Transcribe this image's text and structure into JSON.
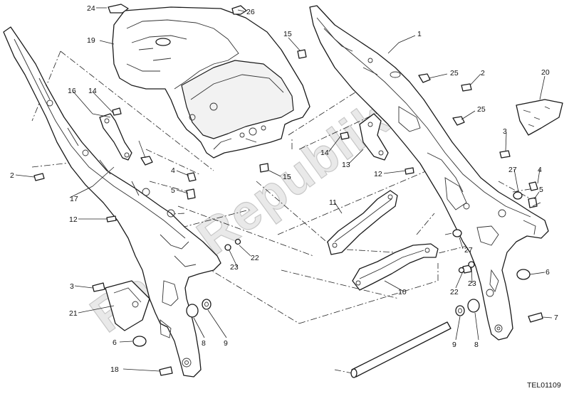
{
  "diagram": {
    "drawing_code": "TEL01109",
    "watermark": "PartsRepublik",
    "labels": [
      "24",
      "26",
      "19",
      "15",
      "1",
      "2",
      "25",
      "20",
      "16",
      "14",
      "25",
      "3",
      "2",
      "17",
      "4",
      "5",
      "14",
      "13",
      "15",
      "12",
      "27",
      "4",
      "5",
      "11",
      "12",
      "22",
      "23",
      "27",
      "3",
      "21",
      "10",
      "22",
      "23",
      "6",
      "6",
      "8",
      "9",
      "7",
      "18",
      "9",
      "8"
    ]
  }
}
